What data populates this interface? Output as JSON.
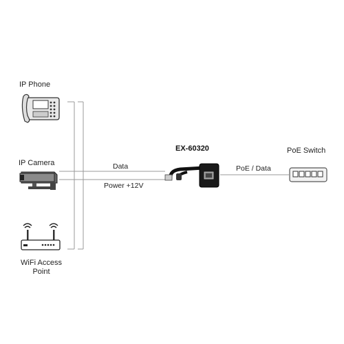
{
  "devices": {
    "ip_phone": {
      "label": "IP Phone",
      "icon": "ip-phone-icon"
    },
    "ip_camera": {
      "label": "IP Camera",
      "icon": "ip-camera-icon"
    },
    "wifi_ap": {
      "label_line1": "WiFi Access",
      "label_line2": "Point",
      "icon": "wifi-router-icon"
    },
    "poe_switch": {
      "label": "PoE Switch",
      "icon": "network-switch-icon"
    }
  },
  "splitter": {
    "model": "EX-60320",
    "icon": "poe-splitter-icon"
  },
  "links": {
    "data": "Data",
    "power": "Power +12V",
    "poe_data": "PoE / Data"
  }
}
